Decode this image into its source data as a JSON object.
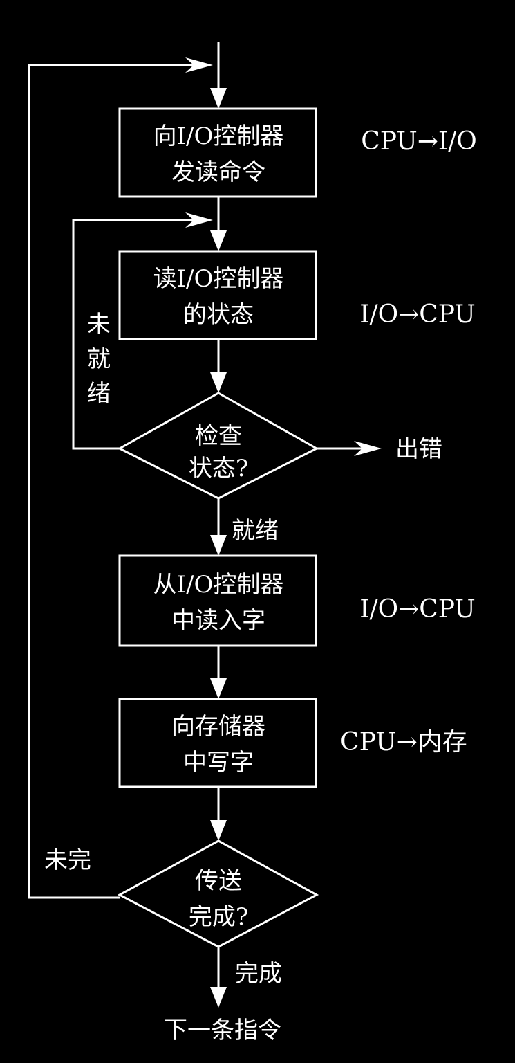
{
  "colors": {
    "background": "#000000",
    "foreground": "#ffffff"
  },
  "steps": {
    "send_command": {
      "line1": "向I/O控制器",
      "line2": "发读命令"
    },
    "read_status": {
      "line1": "读I/O控制器",
      "line2": "的状态"
    },
    "check_status": {
      "line1": "检查",
      "line2": "状态?"
    },
    "read_word": {
      "line1": "从I/O控制器",
      "line2": "中读入字"
    },
    "write_memory": {
      "line1": "向存储器",
      "line2": "中写字"
    },
    "transfer_done": {
      "line1": "传送",
      "line2": "完成?"
    },
    "next": "下一条指令"
  },
  "annotations": {
    "cpu_to_io": "CPU→I/O",
    "io_to_cpu_1": "I/O→CPU",
    "io_to_cpu_2": "I/O→CPU",
    "cpu_to_memory": "CPU→内存"
  },
  "labels": {
    "not_ready": [
      "未",
      "就",
      "绪"
    ],
    "ready": "就绪",
    "error": "出错",
    "not_done": "未完",
    "done": "完成"
  }
}
